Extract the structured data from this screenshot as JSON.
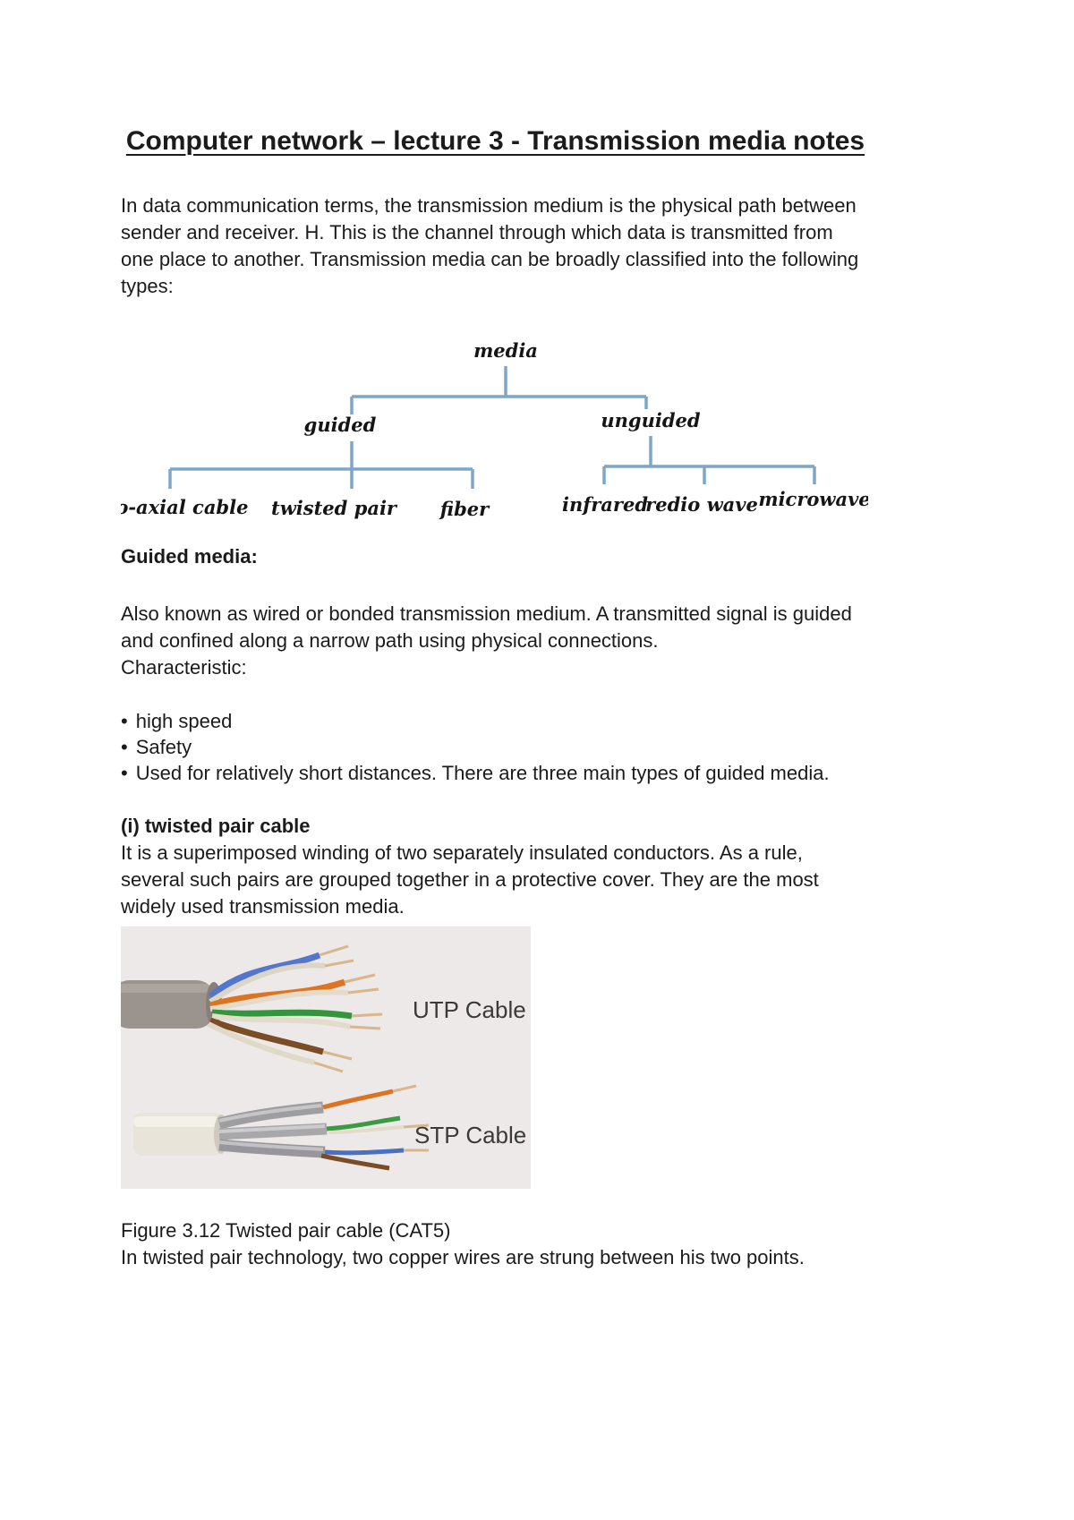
{
  "doc": {
    "title": "Computer network – lecture 3 - Transmission media notes",
    "intro": "In data communication terms, the transmission medium is the physical path between sender and receiver. H. This is the channel through which data is transmitted from one place to another. Transmission media can be broadly classified into the following types:",
    "diagram": {
      "root": "media",
      "guided": "guided",
      "unguided": "unguided",
      "guided_children": [
        "co-axial cable",
        "twisted pair",
        "fiber"
      ],
      "unguided_children": [
        "infrared",
        "redio wave",
        "microwave"
      ],
      "line_color": "#7fa6c6"
    },
    "sections": {
      "guided_heading": "Guided media:",
      "guided_text": "Also known as wired or bonded transmission medium. A transmitted signal is guided and confined along a narrow path using physical connections.",
      "characteristic_label": "Characteristic:",
      "bullets": [
        "high speed",
        "Safety",
        "Used for relatively short distances. There are three main types of guided media."
      ],
      "twisted_heading": "(i) twisted pair cable",
      "twisted_text": "It is a superimposed winding of two separately insulated conductors. As a rule, several such pairs are grouped together in a protective cover. They are the most widely used transmission media."
    },
    "figure": {
      "utp_label": "UTP Cable",
      "stp_label": "STP Cable",
      "caption": "Figure 3.12 Twisted pair cable (CAT5)",
      "closing": "In twisted pair technology, two copper wires are strung between his two points."
    }
  }
}
